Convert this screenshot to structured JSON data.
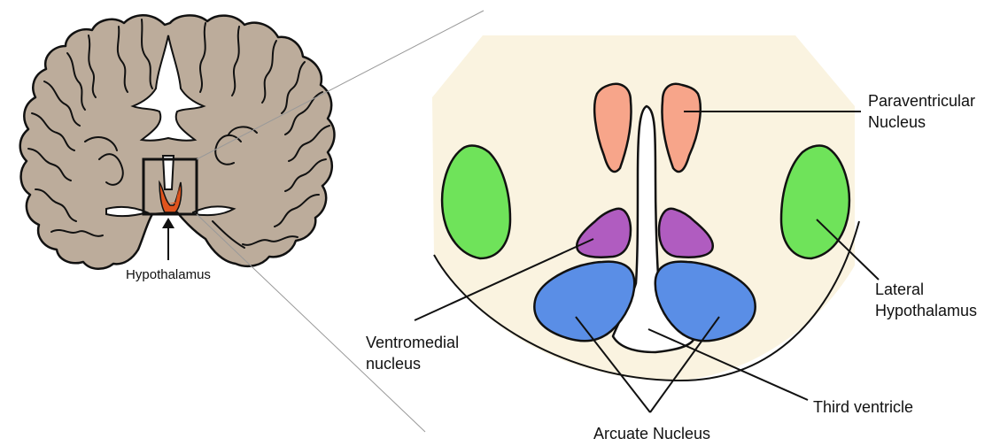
{
  "labels": {
    "hypothalamus": "Hypothalamus",
    "paraventricular_1": "Paraventricular",
    "paraventricular_2": "Nucleus",
    "lateral_1": "Lateral",
    "lateral_2": "Hypothalamus",
    "ventromedial_1": "Ventromedial",
    "ventromedial_2": "nucleus",
    "third_ventricle": "Third ventricle",
    "arcuate": "Arcuate Nucleus"
  },
  "colors": {
    "brain_tissue": "#bcac9b",
    "brain_outline": "#111111",
    "hypothalamus_highlight": "#e0541e",
    "zoom_background": "#faf3e0",
    "paraventricular": "#f7a58a",
    "lateral": "#6fe35a",
    "ventromedial": "#b05cc0",
    "arcuate": "#5a8ee6",
    "ventricle": "#ffffff"
  }
}
